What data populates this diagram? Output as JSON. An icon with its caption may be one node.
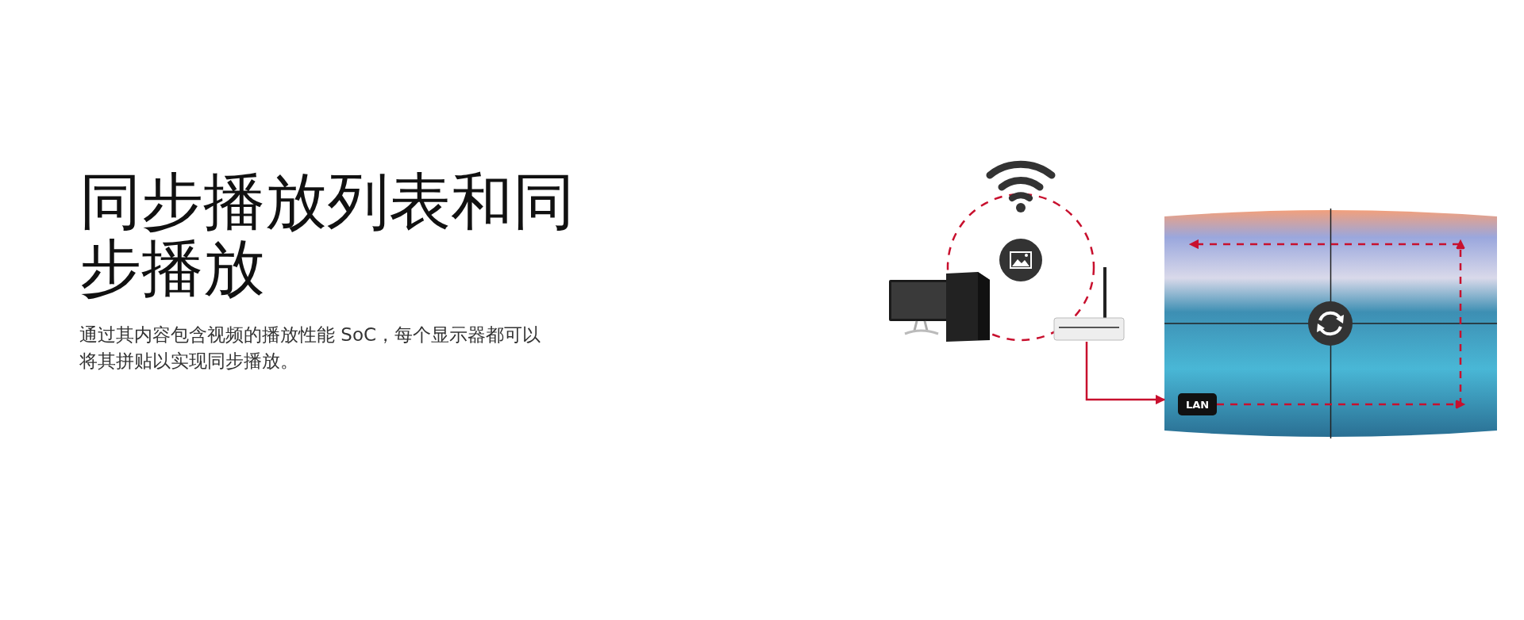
{
  "diagram": {
    "title": "同步播放列表和同步播放",
    "nodes": [
      {
        "text": [],
        "shape": "picture"
      },
      {
        "text": [],
        "shape": "picture"
      },
      {
        "text": [],
        "shape": "picture"
      },
      {
        "text": [
          "LAN"
        ],
        "in": 2
      }
    ],
    "edges": [
      {
        "from": 1,
        "to": 2,
        "arrow": "to"
      },
      {
        "from": 3,
        "to": null,
        "arrow": "to",
        "style": "dashed"
      }
    ],
    "labels": [
      "通过其内容包含视频的播放性能 SoC，每个显示器都可以将其拼贴以实现同步播放。"
    ]
  }
}
